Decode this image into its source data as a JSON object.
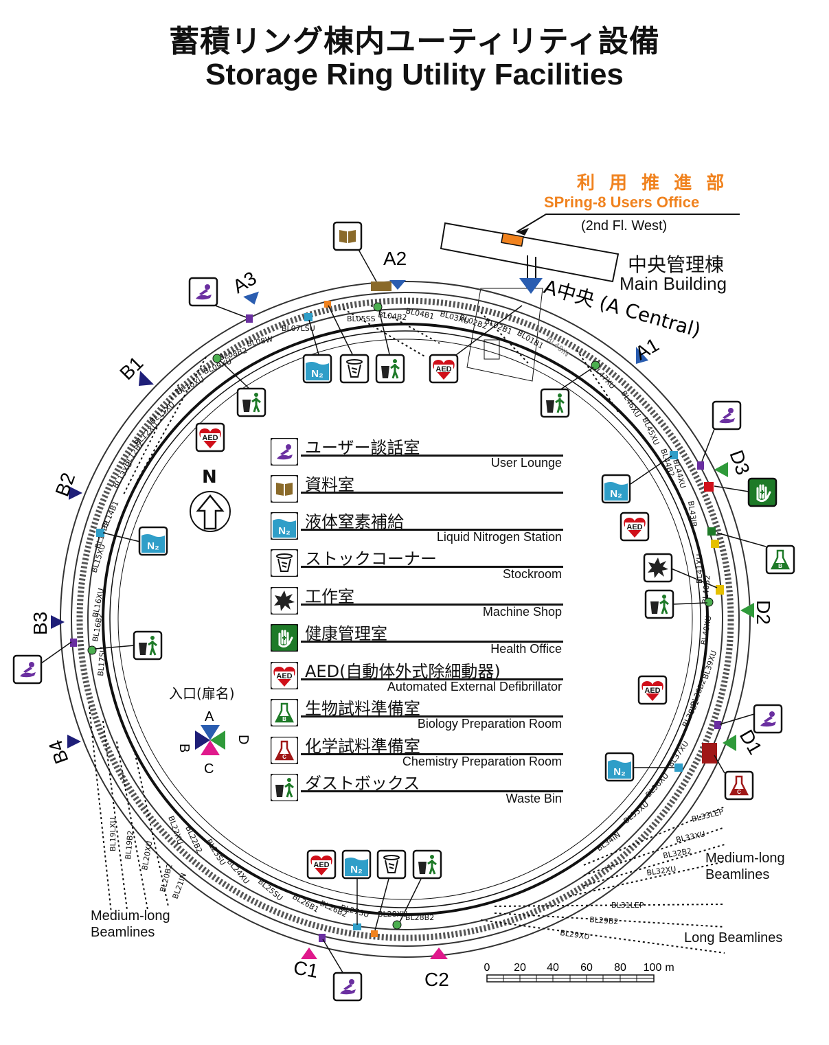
{
  "title": {
    "jp": "蓄積リング棟内ユーティリティ設備",
    "en": "Storage Ring Utility Facilities"
  },
  "users_office": {
    "jp": "利 用 推 進 部",
    "en": "SPring-8 Users Office",
    "floor": "(2nd Fl. West)"
  },
  "main_building": {
    "jp": "中央管理棟",
    "en": "Main Building"
  },
  "a_central": "A中央 (A Central)",
  "compass": "N",
  "entrances_legend": {
    "title": "入口(扉名)",
    "a": "A",
    "b": "B",
    "c": "C",
    "d": "D"
  },
  "entrances": [
    "A1",
    "A2",
    "A3",
    "B1",
    "B2",
    "B3",
    "B4",
    "C1",
    "C2",
    "D1",
    "D2",
    "D3"
  ],
  "colors": {
    "a": "#2a5db0",
    "b": "#1e1e78",
    "c": "#e0198c",
    "d": "#2f9a3a",
    "orange": "#f0821e",
    "lounge": "#6a2fa0",
    "library": "#8a6a2a",
    "n2": "#2f9ec8",
    "health": "#1e7a28",
    "aed": "#d0101a",
    "chem": "#a01818"
  },
  "legend": [
    {
      "icon": "lounge",
      "jp": "ユーザー談話室",
      "en": "User Lounge"
    },
    {
      "icon": "library",
      "jp": "資料室",
      "en": ""
    },
    {
      "icon": "n2",
      "jp": "液体窒素補給",
      "en": "Liquid Nitrogen Station"
    },
    {
      "icon": "stock",
      "jp": "ストックコーナー",
      "en": "Stockroom"
    },
    {
      "icon": "machine",
      "jp": "工作室",
      "en": "Machine Shop"
    },
    {
      "icon": "health",
      "jp": "健康管理室",
      "en": "Health Office"
    },
    {
      "icon": "aed",
      "jp": "AED(自動体外式除細動器)",
      "en": "Automated External Defibrillator"
    },
    {
      "icon": "bio",
      "jp": "生物試料準備室",
      "en": "Biology Preparation Room"
    },
    {
      "icon": "chem",
      "jp": "化学試料準備室",
      "en": "Chemistry Preparation Room"
    },
    {
      "icon": "waste",
      "jp": "ダストボックス",
      "en": "Waste Bin"
    }
  ],
  "beamlines": [
    "BL01B1",
    "BL02B1",
    "BL02B2",
    "BL03XU",
    "BL04B1",
    "BL04B2",
    "BL05SS",
    "BL07LSU",
    "BL08W",
    "BL08B2",
    "BL09XU",
    "BL10XU",
    "BL11XU",
    "BL12XU",
    "BL12B2",
    "BL13XU",
    "BL14B1",
    "BL14B2",
    "BL15XU",
    "BL16XU",
    "BL16B2",
    "BL17SU",
    "BL19LXU",
    "BL19B2",
    "BL20XU",
    "BL20B2",
    "BL21IN",
    "BL22XU",
    "BL22B2",
    "BL23SU",
    "BL24XU",
    "BL25SU",
    "BL26B1",
    "BL26B2",
    "BL27SU",
    "BL28XU",
    "BL28B2",
    "BL29XU",
    "BL29B2",
    "BL31LEP",
    "BL32XU",
    "BL32B2",
    "BL33XU",
    "BL33LEP",
    "BL34IN",
    "BL35XU",
    "BL36XU",
    "BL37XU",
    "BL38B1",
    "BL38B2",
    "BL39XU",
    "BL40XU",
    "BL40B2",
    "BL41XU",
    "BL43IR",
    "BL44XU",
    "BL44B2",
    "BL45XU",
    "BL46XU",
    "BL47XU",
    "BL48IN"
  ],
  "medium_long": "Medium-long\nBeamlines",
  "long_beamlines": "Long Beamlines",
  "scale": {
    "ticks": [
      "0",
      "20",
      "40",
      "60",
      "80",
      "100"
    ],
    "unit": "m"
  }
}
